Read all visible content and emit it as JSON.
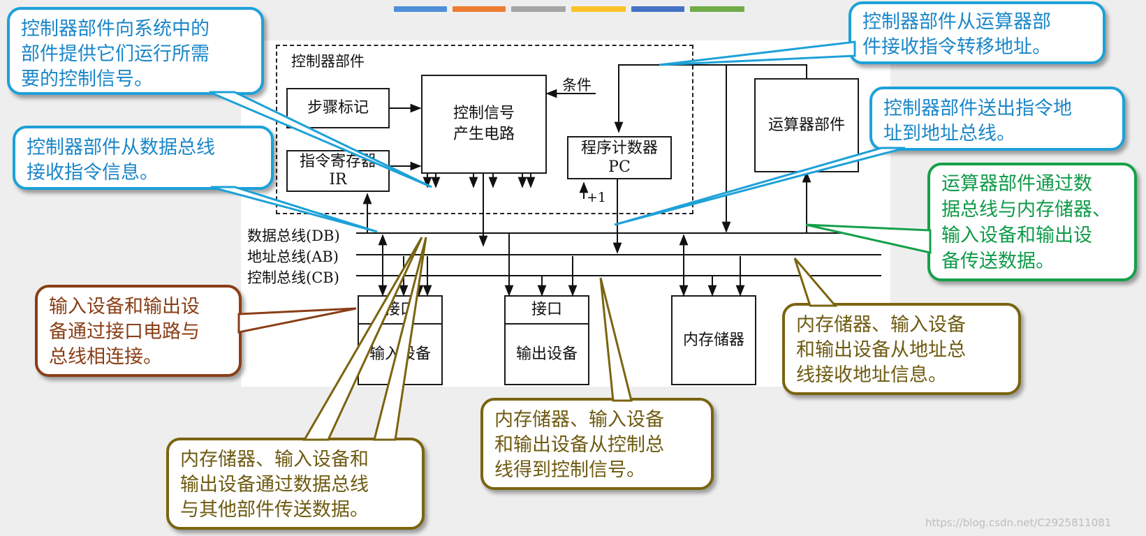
{
  "topbar_colors": [
    "#4e8fd6",
    "#ee7d31",
    "#a5a5a5",
    "#fdc22a",
    "#4472c4",
    "#70ad47"
  ],
  "diagram": {
    "controller_title": "控制器部件",
    "step_marker": "步骤标记",
    "control_signal_circuit": [
      "控制信号",
      "产生电路"
    ],
    "instruction_register": [
      "指令寄存器",
      "IR"
    ],
    "program_counter": [
      "程序计数器",
      "PC"
    ],
    "condition": "条件",
    "plus_one": "+1",
    "alu": "运算器部件",
    "data_bus": "数据总线(DB)",
    "address_bus": "地址总线(AB)",
    "control_bus": "控制总线(CB)",
    "interface_1": "接口",
    "input_device": "输入设备",
    "interface_2": "接口",
    "output_device": "输出设备",
    "memory": "内存储器"
  },
  "callouts": {
    "ctrl_signals": [
      "控制器部件向系统中的",
      "部件提供它们运行所需",
      "要的控制信号。"
    ],
    "ctrl_from_db": [
      "控制器部件从数据总线",
      "接收指令信息。"
    ],
    "ctrl_from_alu": [
      "控制器部件从运算器部",
      "件接收指令转移地址。"
    ],
    "ctrl_to_ab": [
      "控制器部件送出指令地",
      "址到地址总线。"
    ],
    "alu_db": [
      "运算器部件通过数",
      "据总线与内存储器、",
      "输入设备和输出设",
      "备传送数据。"
    ],
    "io_interface": [
      "输入设备和输出设",
      "备通过接口电路与",
      "总线相连接。"
    ],
    "from_ab": [
      "内存储器、输入设备",
      "和输出设备从地址总",
      "线接收地址信息。"
    ],
    "from_cb": [
      "内存储器、输入设备",
      "和输出设备从控制总",
      "线得到控制信号。"
    ],
    "via_db": [
      "内存储器、输入设备和",
      "输出设备通过数据总线",
      "与其他部件传送数据。"
    ]
  },
  "watermark": "https://blog.csdn.net/C2925811081"
}
